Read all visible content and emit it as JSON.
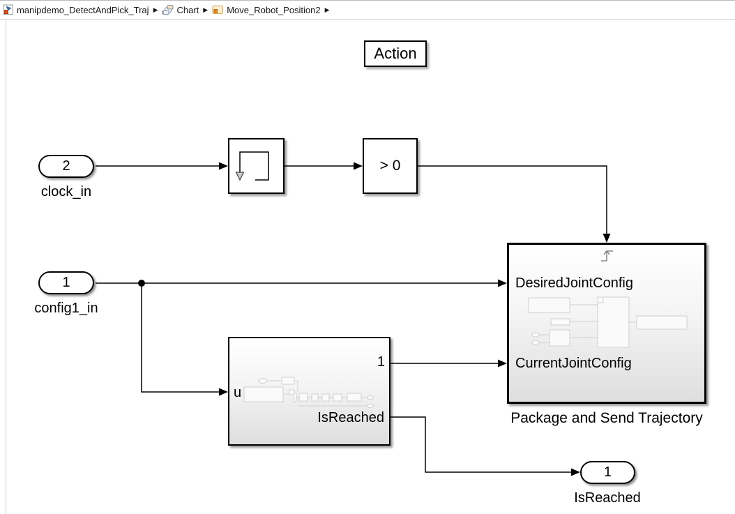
{
  "window": {
    "breadcrumb": {
      "separator": "▶",
      "items": [
        {
          "icon": "simulink-model-icon",
          "label": "manipdemo_DetectAndPick_Traj"
        },
        {
          "icon": "stateflow-chart-icon",
          "label": "Chart"
        },
        {
          "icon": "subsystem-icon",
          "label": "Move_Robot_Position2"
        }
      ]
    }
  },
  "canvas": {
    "action_box": {
      "label": "Action"
    },
    "inports": [
      {
        "number": "2",
        "label": "clock_in"
      },
      {
        "number": "1",
        "label": "config1_in"
      }
    ],
    "outports": [
      {
        "number": "1",
        "label": "IsReached"
      }
    ],
    "blocks": {
      "loop": {
        "icon": "loop-arrow-icon"
      },
      "compare": {
        "label": "> 0"
      },
      "reach_subsystem": {
        "input_label": "u",
        "output_top_label": "1",
        "output_bottom_label": "IsReached"
      },
      "package": {
        "trigger_icon": "rising-edge-trigger-icon",
        "input_top_label": "DesiredJointConfig",
        "input_bottom_label": "CurrentJointConfig",
        "caption": "Package and Send Trajectory"
      }
    },
    "colors": {
      "wire": "#000000",
      "block_fill_top": "#ffffff",
      "block_fill_bottom": "#dedede",
      "preview_stroke": "#cfcfcf",
      "trigger_glyph": "#8a8a8a",
      "shadow": "rgba(0,0,0,0.4)"
    }
  }
}
